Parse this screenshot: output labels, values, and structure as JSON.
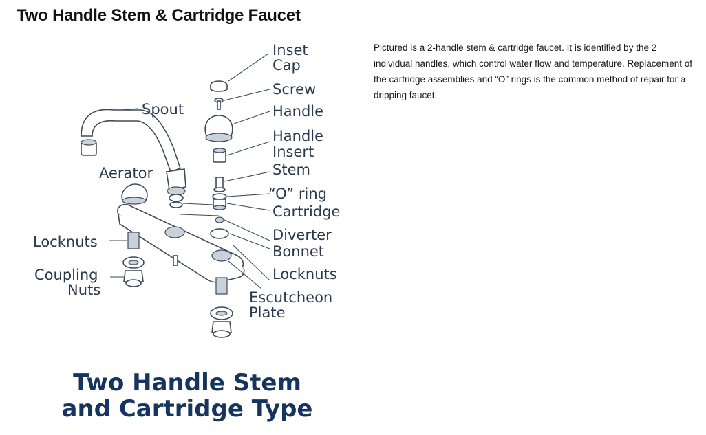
{
  "page": {
    "title": "Two Handle Stem & Cartridge Faucet",
    "description": "Pictured is a 2-handle stem & cartridge faucet. It is identified by the 2 individual handles, which control water flow and temperature. Replacement of the cartridge assemblies and “O” rings is the common method of repair for a dripping faucet."
  },
  "diagram": {
    "labels": {
      "inset_cap_1": "Inset",
      "inset_cap_2": "Cap",
      "screw": "Screw",
      "handle": "Handle",
      "handle_insert_1": "Handle",
      "handle_insert_2": "Insert",
      "stem": "Stem",
      "o_ring": "“O” ring",
      "cartridge": "Cartridge",
      "diverter": "Diverter",
      "bonnet": "Bonnet",
      "locknuts_right": "Locknuts",
      "escutcheon_1": "Escutcheon",
      "escutcheon_2": "Plate",
      "spout": "Spout",
      "aerator": "Aerator",
      "locknuts_left": "Locknuts",
      "coupling_1": "Coupling",
      "coupling_2": "Nuts"
    },
    "caption_line1": "Two Handle Stem",
    "caption_line2": "and Cartridge Type"
  }
}
